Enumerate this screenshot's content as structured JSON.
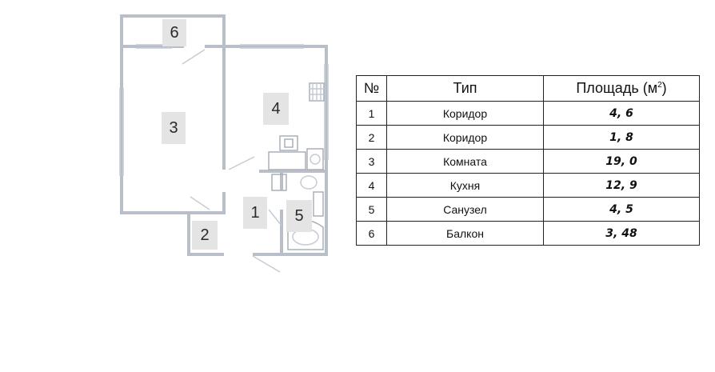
{
  "plan": {
    "rooms": [
      {
        "number": "1",
        "name": "room-1-corridor"
      },
      {
        "number": "2",
        "name": "room-2-corridor"
      },
      {
        "number": "3",
        "name": "room-3-room"
      },
      {
        "number": "4",
        "name": "room-4-kitchen"
      },
      {
        "number": "5",
        "name": "room-5-bathroom"
      },
      {
        "number": "6",
        "name": "room-6-balcony"
      }
    ]
  },
  "table": {
    "headers": {
      "number": "№",
      "type": "Тип",
      "area": "Площадь (м",
      "area_sup": "2",
      "area_close": ")"
    },
    "rows": [
      {
        "number": "1",
        "type": "Коридор",
        "area": "4, 6"
      },
      {
        "number": "2",
        "type": "Коридор",
        "area": "1, 8"
      },
      {
        "number": "3",
        "type": "Комната",
        "area": "19, 0"
      },
      {
        "number": "4",
        "type": "Кухня",
        "area": "12, 9"
      },
      {
        "number": "5",
        "type": "Санузел",
        "area": "4, 5"
      },
      {
        "number": "6",
        "type": "Балкон",
        "area": "3, 48"
      }
    ]
  }
}
